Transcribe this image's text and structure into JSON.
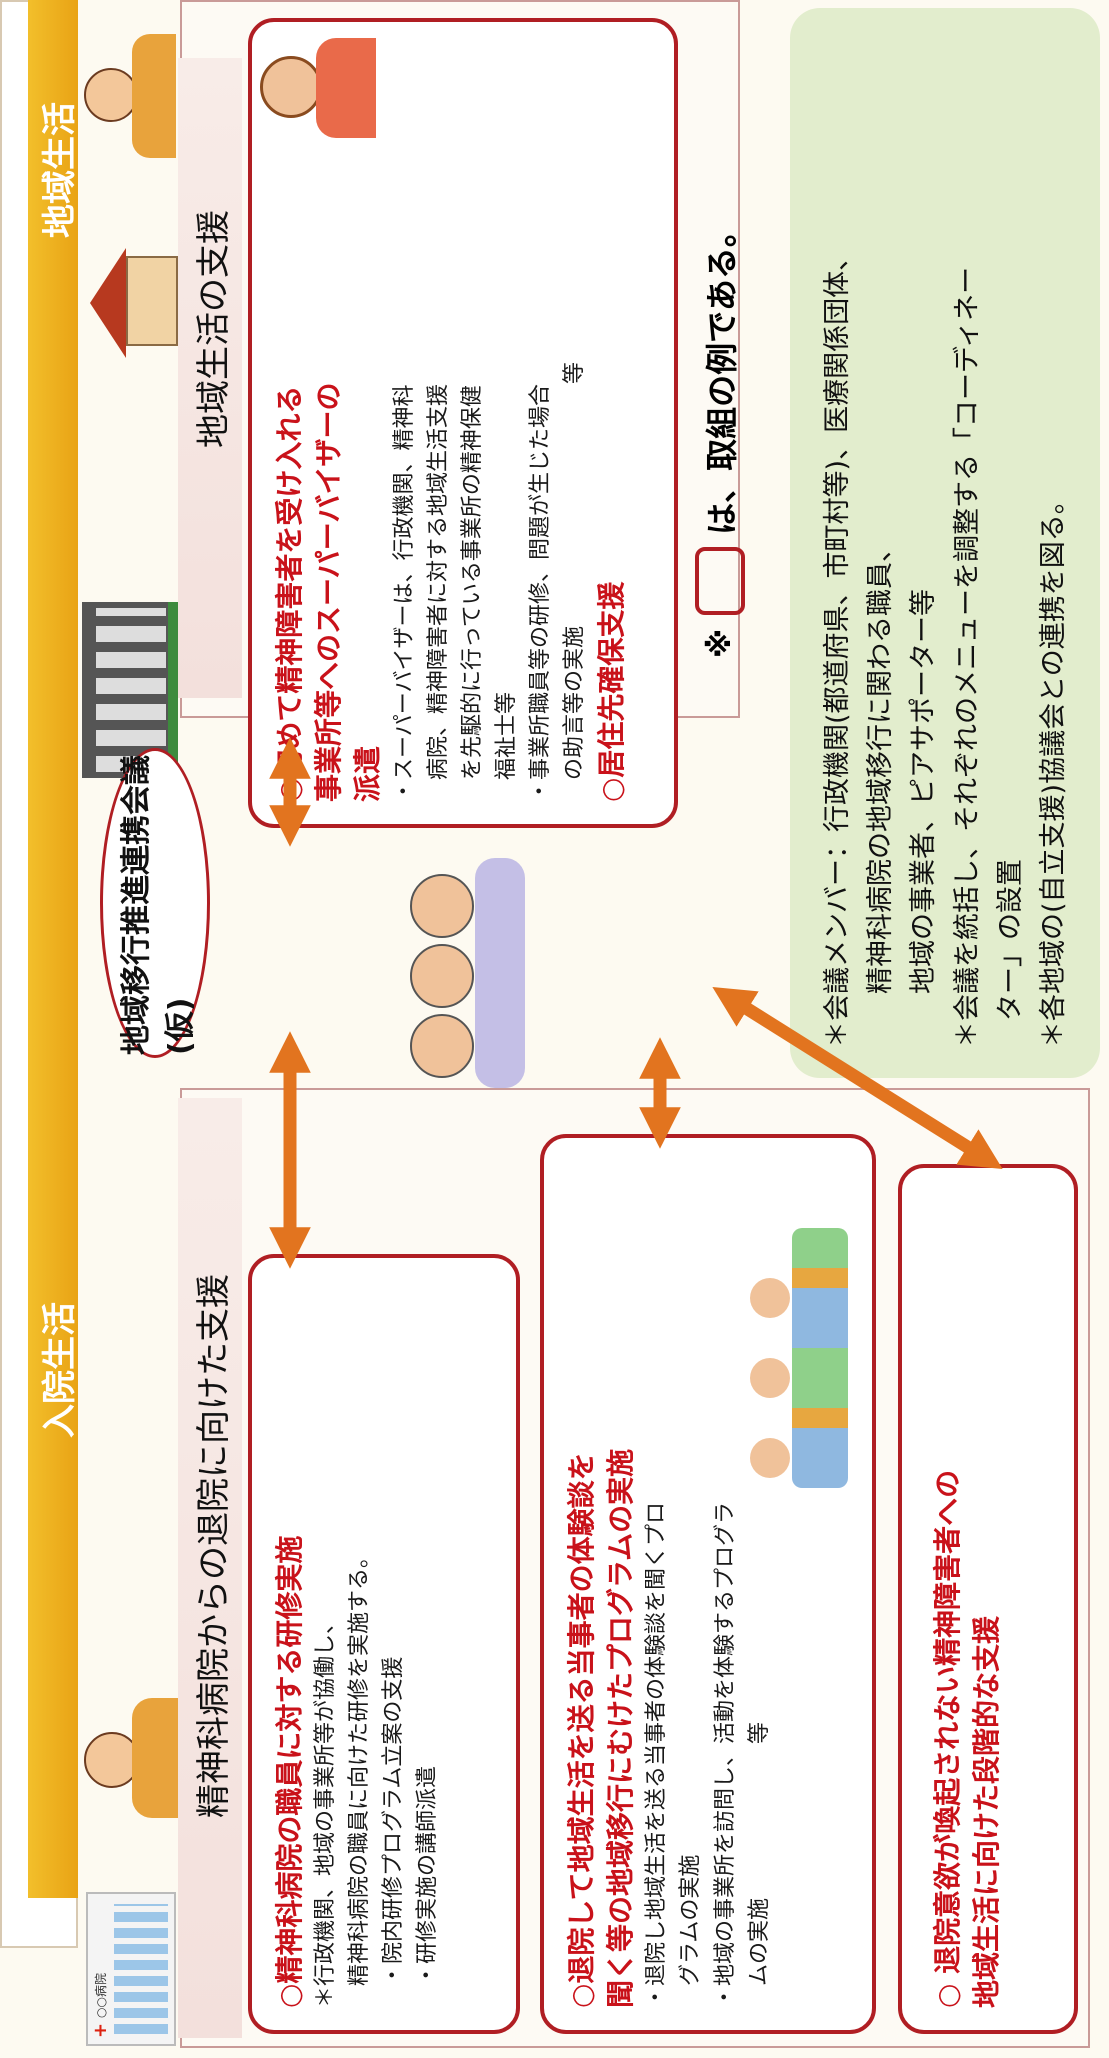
{
  "bands": {
    "hospital": "入院生活",
    "community": "地域生活"
  },
  "sections": {
    "hospital_title": "精神科病院からの退院に向けた支援",
    "community_title": "地域生活の支援"
  },
  "hospital_sign": "○○病院",
  "council": "地域移行推進連携会議(仮)",
  "boxes": {
    "training": {
      "heading": "○精神科病院の職員に対する研修実施",
      "lines": [
        "＊行政機関、地域の事業所等が協働し、",
        "　精神科病院の職員に向けた研修を実施する。",
        "　・院内研修プログラム立案の支援",
        "　・研修実施の講師派遣"
      ]
    },
    "program": {
      "heading_1": "○退院して地域生活を送る当事者の体験談を",
      "heading_2": "聞く等の地域移行にむけたプログラムの実施",
      "lines": [
        "・退院し地域生活を送る当事者の体験談を聞くプロ",
        "　グラムの実施",
        "・地域の事業所を訪問し、活動を体験するプログラ",
        "　ムの実施　　　　　　　等"
      ]
    },
    "stepwise": {
      "heading_1": "○ 退院意欲が喚起されない精神障害者への",
      "heading_2": "地域生活に向けた段階的な支援"
    },
    "supervisor": {
      "heading_1": "○初めて精神障害者を受け入れる",
      "heading_2": "事業所等へのスーパーバイザーの",
      "heading_3": "派遣",
      "lines": [
        "・スーパーバイザーは、行政機関、精神科",
        "　病院、精神障害者に対する地域生活支援",
        "　を先駆的に行っている事業所の精神保健",
        "　福祉士等",
        "・事業所職員等の研修、問題が生じた場合",
        "　の助言等の実施　　　　　　　　　　　等"
      ],
      "heading_4": "○居住先確保支援"
    }
  },
  "legend": {
    "mark": "※",
    "text": "は、取組の例である。"
  },
  "notes": {
    "line1": "＊会議メンバー：行政機関(都道府県、市町村等)、医療関係団体、",
    "line2": "　　精神科病院の地域移行に関わる職員、",
    "line3": "　　地域の事業者、ピアサポーター等",
    "line4": "＊会議を統括し、それぞれのメニューを調整する「コーディネー",
    "line5": "　ター」の設置",
    "line6": "＊各地域の(自立支援)協議会との連携を図る。"
  },
  "colors": {
    "band": "#f0b22a",
    "box_border": "#b01e23",
    "heading": "#c9121a",
    "arrow": "#e2741f",
    "note_bg": "#e2edcd"
  }
}
